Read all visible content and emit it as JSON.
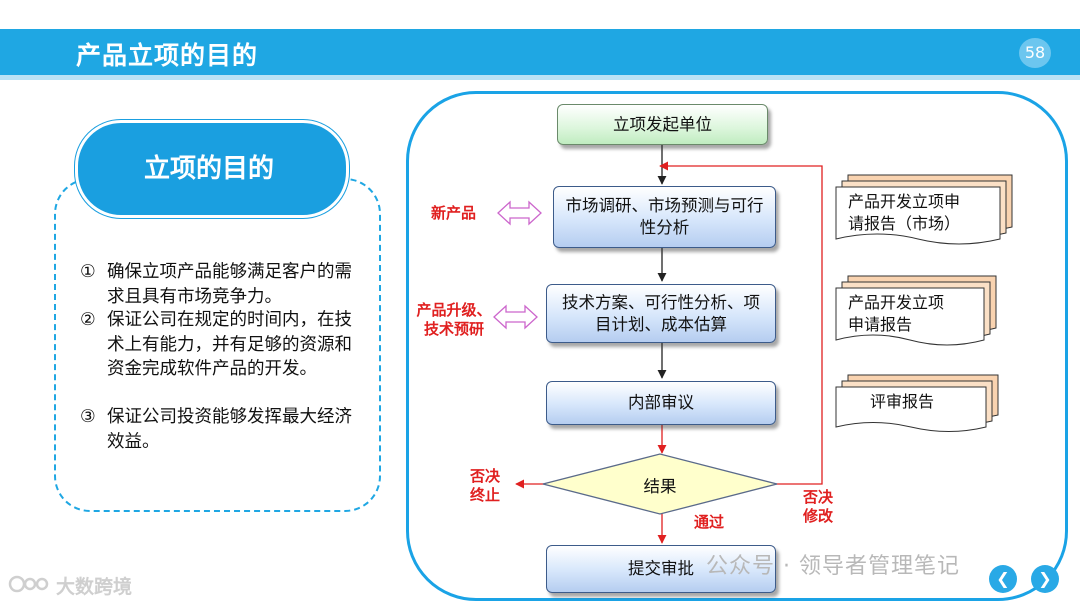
{
  "header": {
    "title": "产品立项的目的",
    "page_number": "58"
  },
  "left_panel": {
    "heading": "立项的目的",
    "goals": [
      {
        "num": "①",
        "text": "确保立项产品能够满足客户的需求且具有市场竞争力。"
      },
      {
        "num": "②",
        "text": "保证公司在规定的时间内，在技术上有能力，并有足够的资源和资金完成软件产品的开发。"
      },
      {
        "num": "③",
        "text": "保证公司投资能够发挥最大经济效益。"
      }
    ]
  },
  "flowchart": {
    "start": "立项发起单位",
    "step1": "市场调研、市场预测与可行性分析",
    "step2": "技术方案、可行性分析、项目计划、成本估算",
    "step3": "内部审议",
    "decision": "结果",
    "end": "提交审批",
    "labels": {
      "new_product": "新产品",
      "upgrade_line1": "产品升级、",
      "upgrade_line2": "技术预研",
      "reject_stop_line1": "否决",
      "reject_stop_line2": "终止",
      "reject_modify_line1": "否决",
      "reject_modify_line2": "修改",
      "pass": "通过"
    },
    "documents": [
      {
        "line1": "产品开发立项申",
        "line2": "请报告（市场）"
      },
      {
        "line1": "产品开发立项",
        "line2": "申请报告"
      },
      {
        "line1": "评审报告",
        "line2": ""
      }
    ]
  },
  "watermark": {
    "text": "公众号 · 领导者管理笔记",
    "brand": "大数跨境"
  },
  "colors": {
    "accent": "#1fa7e3",
    "red": "#e02020"
  }
}
